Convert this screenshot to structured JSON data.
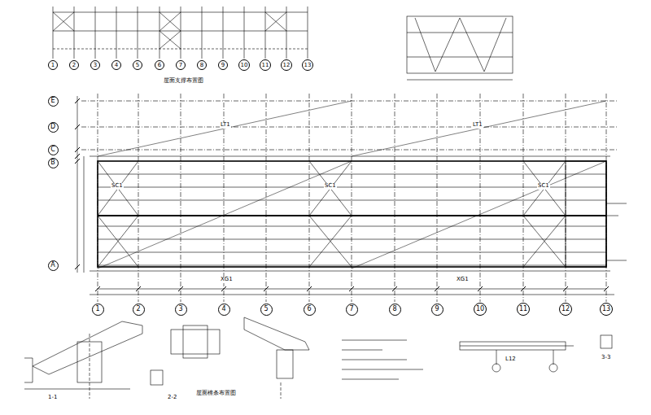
{
  "diagram": {
    "nodes": [
      {
        "text": [
          "1"
        ]
      },
      {
        "text": [
          "2"
        ]
      },
      {
        "text": [
          "3"
        ]
      },
      {
        "text": [
          "4"
        ]
      },
      {
        "text": [
          "5"
        ]
      },
      {
        "text": [
          "6"
        ]
      },
      {
        "text": [
          "7"
        ]
      },
      {
        "text": [
          "8"
        ]
      },
      {
        "text": [
          "9"
        ]
      },
      {
        "text": [
          "10"
        ]
      },
      {
        "text": [
          "11"
        ]
      },
      {
        "text": [
          "12"
        ]
      },
      {
        "text": [
          "13"
        ]
      },
      {
        "text": [
          "E"
        ]
      },
      {
        "text": [
          "D"
        ]
      },
      {
        "text": [
          "C"
        ]
      },
      {
        "text": [
          "B"
        ]
      },
      {
        "text": [
          "A"
        ]
      },
      {
        "text": [
          "1"
        ]
      },
      {
        "text": [
          "2"
        ]
      },
      {
        "text": [
          "3"
        ]
      },
      {
        "text": [
          "4"
        ]
      },
      {
        "text": [
          "5"
        ]
      },
      {
        "text": [
          "6"
        ]
      },
      {
        "text": [
          "7"
        ]
      },
      {
        "text": [
          "8"
        ]
      },
      {
        "text": [
          "9"
        ]
      },
      {
        "text": [
          "10"
        ]
      },
      {
        "text": [
          "11"
        ]
      },
      {
        "text": [
          "12"
        ]
      },
      {
        "text": [
          "13"
        ]
      }
    ],
    "labels": [
      "屋面支撑布置图",
      "1-1",
      "2-2",
      "3-3",
      "L12",
      "SC1",
      "SC1",
      "SC1",
      "XG1",
      "XG1",
      "LT1",
      "LT1",
      "屋面檩条布置图"
    ]
  }
}
